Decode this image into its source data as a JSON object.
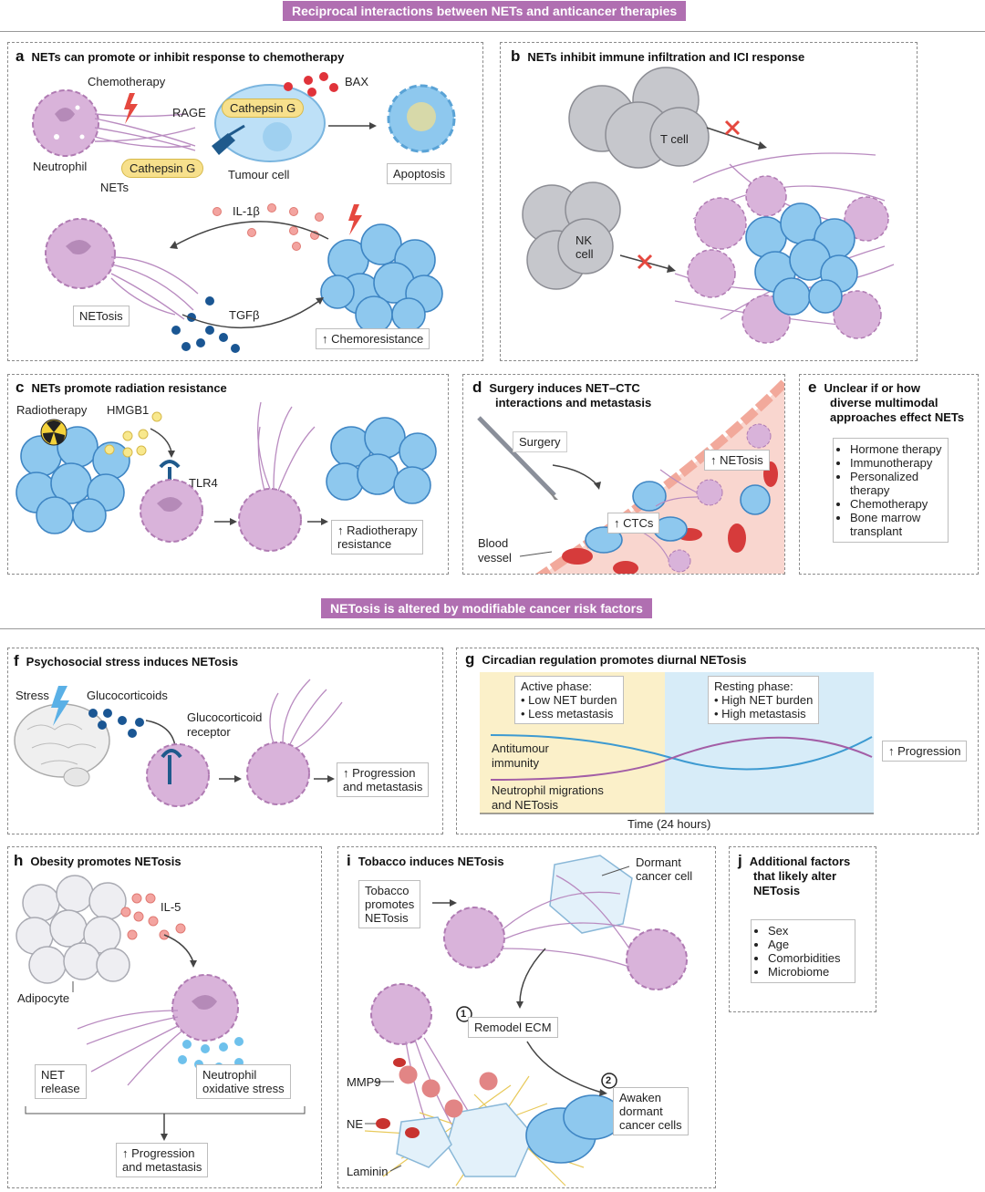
{
  "banner_top": "Reciprocal interactions between NETs and anticancer therapies",
  "banner_mid": "NETosis is altered by modifiable cancer risk factors",
  "colors": {
    "banner": "#b06fb1",
    "tumour": "#8ec8ee",
    "neutrophil": "#d9b3da",
    "tcell": "#b8b8be",
    "vessel": "#f6c9c0"
  },
  "a": {
    "letter": "a",
    "title": "NETs can promote or inhibit response to chemotherapy",
    "chemotherapy": "Chemotherapy",
    "rage": "RAGE",
    "cathepsin_cell": "Cathepsin G",
    "cathepsin_net": "Cathepsin G",
    "bax": "BAX",
    "neutrophil": "Neutrophil",
    "nets": "NETs",
    "tumour_cell": "Tumour cell",
    "apoptosis": "Apoptosis",
    "il1b": "IL-1β",
    "netosis": "NETosis",
    "tgfb": "TGFβ",
    "chemoresistance": "↑ Chemoresistance"
  },
  "b": {
    "letter": "b",
    "title": "NETs inhibit immune infiltration and ICI response",
    "tcell": "T cell",
    "nkcell_1": "NK",
    "nkcell_2": "cell"
  },
  "c": {
    "letter": "c",
    "title": "NETs promote radiation resistance",
    "radiotherapy": "Radiotherapy",
    "hmgb1": "HMGB1",
    "tlr4": "TLR4",
    "result_1": "↑ Radiotherapy",
    "result_2": "resistance"
  },
  "d": {
    "letter": "d",
    "title_1": "Surgery induces NET–CTC",
    "title_2": "interactions and metastasis",
    "surgery": "Surgery",
    "netosis": "↑ NETosis",
    "ctcs": "↑ CTCs",
    "blood_1": "Blood",
    "blood_2": "vessel"
  },
  "e": {
    "letter": "e",
    "title_1": "Unclear if or how",
    "title_2": "diverse multimodal",
    "title_3": "approaches effect NETs",
    "items": [
      "Hormone therapy",
      "Immunotherapy",
      "Personalized therapy",
      "Chemotherapy",
      "Bone marrow transplant"
    ]
  },
  "f": {
    "letter": "f",
    "title": "Psychosocial stress induces NETosis",
    "stress": "Stress",
    "glucocorticoids": "Glucocorticoids",
    "receptor_1": "Glucocorticoid",
    "receptor_2": "receptor",
    "result_1": "↑ Progression",
    "result_2": "and metastasis"
  },
  "g": {
    "letter": "g",
    "title": "Circadian regulation promotes diurnal NETosis",
    "active_title": "Active phase:",
    "active_items": [
      "Low NET burden",
      "Less metastasis"
    ],
    "resting_title": "Resting phase:",
    "resting_items": [
      "High NET burden",
      "High metastasis"
    ],
    "antitumour_1": "Antitumour",
    "antitumour_2": "immunity",
    "neutro_1": "Neutrophil migrations",
    "neutro_2": "and NETosis",
    "xlabel": "Time (24 hours)",
    "progression": "↑ Progression"
  },
  "h": {
    "letter": "h",
    "title": "Obesity promotes NETosis",
    "il5": "IL-5",
    "adipocyte": "Adipocyte",
    "net_1": "NET",
    "net_2": "release",
    "ox_1": "Neutrophil",
    "ox_2": "oxidative stress",
    "result_1": "↑ Progression",
    "result_2": "and metastasis"
  },
  "i": {
    "letter": "i",
    "title": "Tobacco induces NETosis",
    "dormant_1": "Dormant",
    "dormant_2": "cancer cell",
    "tobacco_1": "Tobacco",
    "tobacco_2": "promotes",
    "tobacco_3": "NETosis",
    "step1": "1",
    "remodel": "Remodel ECM",
    "step2": "2",
    "awaken_1": "Awaken",
    "awaken_2": "dormant",
    "awaken_3": "cancer cells",
    "mmp9": "MMP9",
    "ne": "NE",
    "laminin": "Laminin"
  },
  "j": {
    "letter": "j",
    "title_1": "Additional factors",
    "title_2": "that likely alter",
    "title_3": "NETosis",
    "items": [
      "Sex",
      "Age",
      "Comorbidities",
      "Microbiome"
    ]
  }
}
